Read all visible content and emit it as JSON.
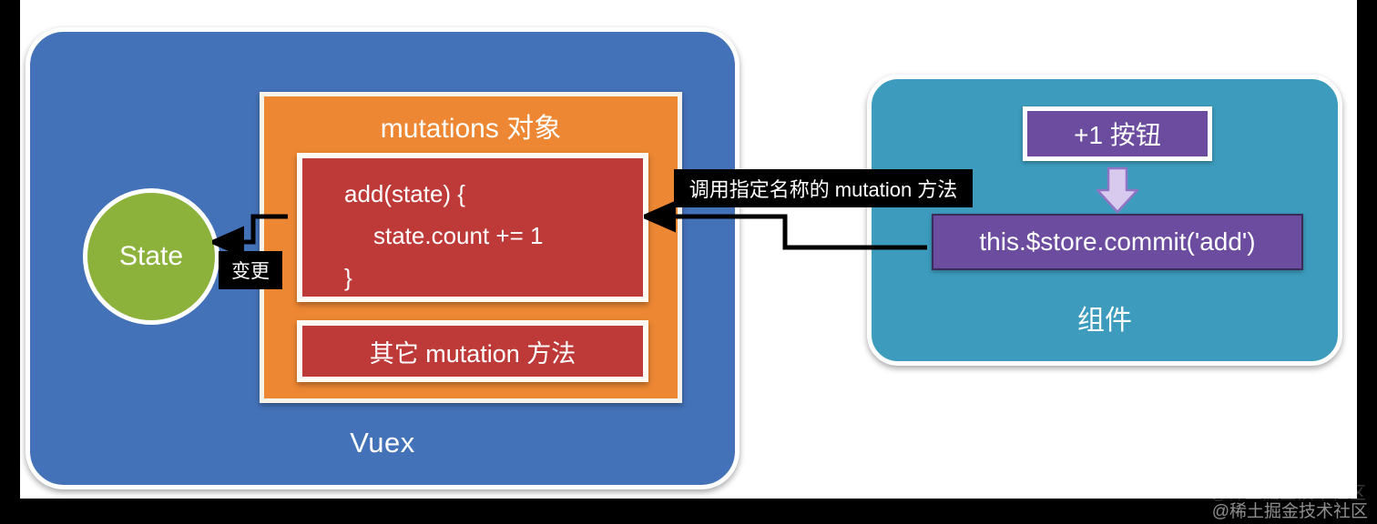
{
  "diagram": {
    "title": "Vuex mutations flow",
    "colors": {
      "letterbox": "#000000",
      "canvas": "#ffffff",
      "vuex_blue": "#4472b8",
      "state_green": "#8cb23c",
      "mutations_orange": "#ed8733",
      "mutation_red": "#be3a38",
      "component_teal": "#3d9cbe",
      "code_purple": "#6b4c9e",
      "arrow_lavender": "#d8c9ef",
      "connector_black": "#000000",
      "text_white": "#ffffff"
    }
  },
  "vuex": {
    "label": "Vuex",
    "state": {
      "label": "State"
    },
    "mutations": {
      "title": "mutations 对象",
      "add_mutation": {
        "line1": "add(state) {",
        "line2": "state.count += 1",
        "line3": "}"
      },
      "other_mutation": {
        "label": "其它 mutation 方法"
      }
    }
  },
  "component": {
    "label": "组件",
    "button": {
      "label": "+1 按钮"
    },
    "commit": {
      "label": "this.$store.commit('add')"
    },
    "arrow": {
      "name": "down-arrow",
      "direction": "down"
    }
  },
  "callouts": {
    "commit_to_mutation": "调用指定名称的 mutation 方法",
    "mutation_to_state": "变更"
  },
  "watermark": {
    "text": "@稀土掘金技术社区"
  }
}
